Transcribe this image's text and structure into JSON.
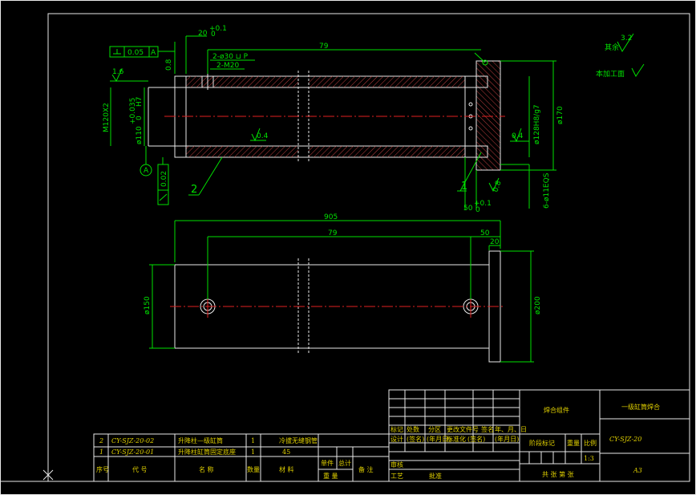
{
  "dims": {
    "d20_tol": "20",
    "d20_tol_up": "+0.1",
    "d20_tol_lo": "0",
    "len_79": "79",
    "hole_2x30": "2-ø30 ⊔ P",
    "hole_2m20": "2-M20",
    "flat_05": "0.05",
    "datum_a": "A",
    "ang_08": "0.8",
    "rough_16": "1.6",
    "thread_m120": "M120X2",
    "bore_110": "ø110",
    "bore_tol_up": "+0.035",
    "bore_tol_lo": "0",
    "bore_fit": "H7",
    "rough_04a": "0.4",
    "rough_04b": "0.4",
    "dia_128": "ø128H8/g7",
    "dia_170": "ø170",
    "cyl_002": "0.02",
    "label_2": "2",
    "label_1": "1",
    "w50": "50",
    "w50_up": "+0.1",
    "w50_lo": "0",
    "rough_08": "0.8",
    "holes_6": "6-ø11EQS",
    "len_905": "905",
    "len_79b": "79",
    "len_50b": "50",
    "len_20b": "20",
    "dia_150": "ø150",
    "dia_200": "ø200",
    "rough_32": "3.2",
    "note_rest": "其余",
    "note_weld": "本加工面"
  },
  "title_block": {
    "row2_no": "2",
    "row2_code": "CY-SJZ-20-02",
    "row2_name": "升降柱—级缸筒",
    "row2_qty": "1",
    "row2_mat": "冷拔无缝钢管",
    "row1_no": "1",
    "row1_code": "CY-SJZ-20-01",
    "row1_name": "升降柱缸筒固定底座",
    "row1_qty": "1",
    "row1_mat": "45",
    "h_seq": "序号",
    "h_code": "代   号",
    "h_name": "名   称",
    "h_qty": "数量",
    "h_mat": "材  料",
    "h_single": "单件",
    "h_total": "总计",
    "h_weight": "重   量",
    "h_note": "备   注",
    "mark": "标记",
    "count": "处数",
    "zone": "分区",
    "change_doc": "更改文件号",
    "sign": "签名",
    "date": "年、月、日",
    "design": "设计",
    "design_sign": "(签名)",
    "design_date": "(年月日)",
    "std": "标准化",
    "std_sign": "(签名)",
    "std_date": "(年月日)",
    "review": "审核",
    "craft": "工艺",
    "approve": "批准",
    "stage": "阶段标记",
    "weight": "重量",
    "scale": "比例",
    "scale_val": "1:3",
    "sheets": "共   张   第   张",
    "part_title": "一级缸筒焊合",
    "drawing_no": "CY-SJZ-20",
    "sheet_size": "A3",
    "assembly": "焊合组件"
  }
}
